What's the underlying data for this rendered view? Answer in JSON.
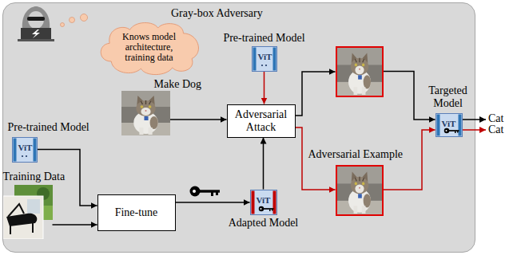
{
  "diagram": {
    "nodes": [
      {
        "text": [
          "Gray-box Adversary"
        ]
      },
      {
        "text": [
          "Knows model architecture, training data"
        ],
        "in": 0
      },
      {
        "text": [
          "Pre-trained Model",
          "ViT"
        ],
        "in": 0
      },
      {
        "text": [
          "Make Dog"
        ],
        "in": 0
      },
      {
        "text": [
          "Adversarial Attack"
        ],
        "in": 0
      },
      {
        "text": [
          "Pre-trained Model",
          "ViT"
        ],
        "in": 0
      },
      {
        "text": [
          "Training Data"
        ],
        "in": 0
      },
      {
        "text": [
          "Fine-tune"
        ],
        "in": 0
      },
      {
        "text": [
          "ViT",
          "Adapted Model"
        ],
        "in": 0
      },
      {
        "text": [],
        "in": 0
      },
      {
        "text": [
          "Adversarial Example"
        ],
        "in": 0
      },
      {
        "text": [
          "Targeted Model",
          "ViT"
        ],
        "in": 0
      }
    ],
    "edges": [
      {
        "from": 2,
        "to": 4,
        "arrow": "to"
      },
      {
        "from": 3,
        "to": 4,
        "arrow": "to"
      },
      {
        "from": 5,
        "to": 7,
        "arrow": "to"
      },
      {
        "from": 6,
        "to": 7,
        "arrow": "to"
      },
      {
        "from": 7,
        "to": 8,
        "arrow": "to"
      },
      {
        "from": 8,
        "to": 4,
        "arrow": "to"
      },
      {
        "from": 4,
        "to": 9,
        "arrow": "to"
      },
      {
        "from": 4,
        "to": 10,
        "arrow": "to"
      },
      {
        "from": 9,
        "to": 11,
        "arrow": "to"
      },
      {
        "from": 10,
        "to": 11,
        "arrow": "to"
      }
    ],
    "labels": [
      "Cat",
      "Cat"
    ]
  }
}
